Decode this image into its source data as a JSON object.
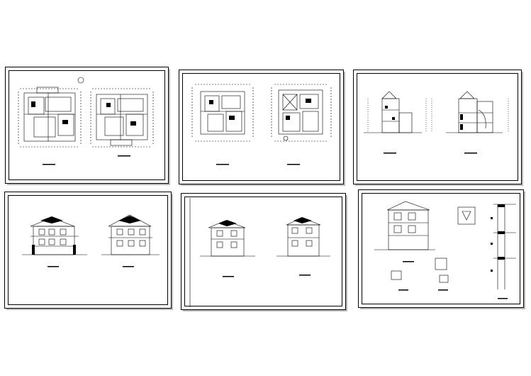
{
  "canvas": {
    "background": "#ffffff",
    "line_color": "#000000"
  },
  "sheets": [
    {
      "id": "sheet-1",
      "content": "floor-plans",
      "captions": [
        "",
        ""
      ]
    },
    {
      "id": "sheet-2",
      "content": "floor-plans",
      "captions": [
        "",
        ""
      ]
    },
    {
      "id": "sheet-3",
      "content": "sections",
      "captions": [
        "",
        ""
      ]
    },
    {
      "id": "sheet-4",
      "content": "elevations",
      "captions": [
        "",
        ""
      ]
    },
    {
      "id": "sheet-5",
      "content": "elevations",
      "captions": [
        "",
        ""
      ]
    },
    {
      "id": "sheet-6",
      "content": "section-and-details",
      "captions": [
        "",
        "",
        ""
      ]
    }
  ]
}
